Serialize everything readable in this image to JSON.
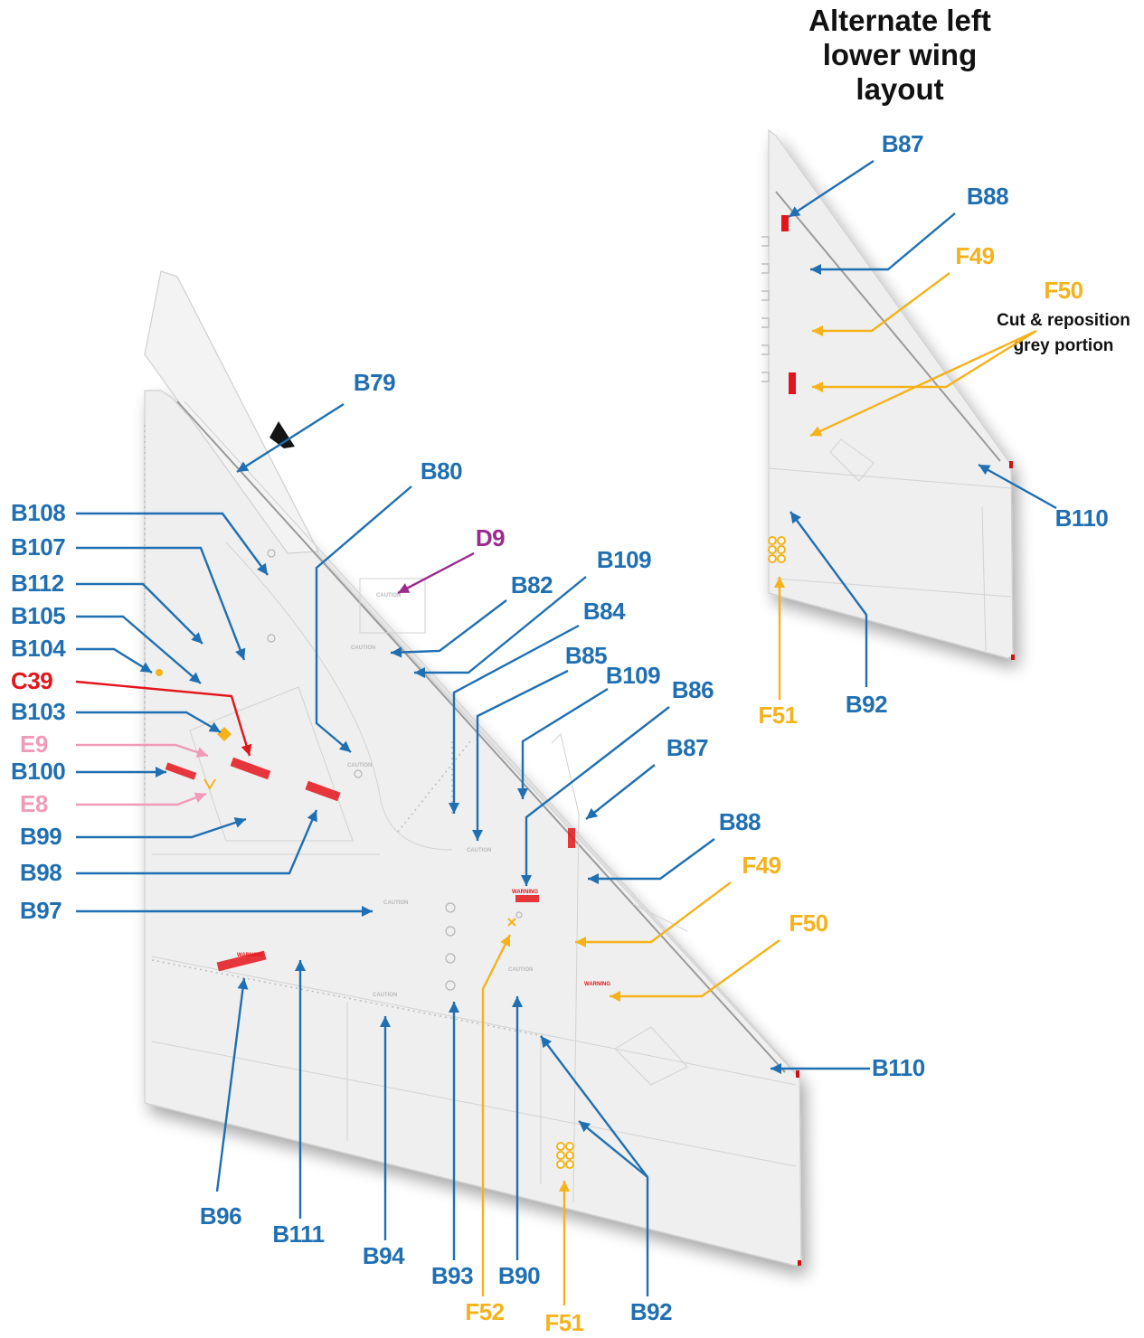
{
  "title_lines": [
    "Alternate left",
    "lower wing",
    "layout"
  ],
  "f50_note_lines": [
    "Cut & reposition",
    "grey portion"
  ],
  "colors": {
    "blue": "#1f6fb2",
    "orange": "#f5b21b",
    "red": "#e3151b",
    "pink": "#f09ab9",
    "purple": "#9b2a8f",
    "wing_fill": "#efefef",
    "wing_edge": "#cfcfcf",
    "decal_red": "#e3151b"
  },
  "decals": {
    "caution": "CAUTION",
    "warning": "WARNING"
  },
  "main_labels": [
    {
      "text": "B79",
      "color": "blue"
    },
    {
      "text": "B80",
      "color": "blue"
    },
    {
      "text": "D9",
      "color": "purple"
    },
    {
      "text": "B109",
      "color": "blue"
    },
    {
      "text": "B82",
      "color": "blue"
    },
    {
      "text": "B84",
      "color": "blue"
    },
    {
      "text": "B85",
      "color": "blue"
    },
    {
      "text": "B109",
      "color": "blue"
    },
    {
      "text": "B86",
      "color": "blue"
    },
    {
      "text": "B87",
      "color": "blue"
    },
    {
      "text": "B88",
      "color": "blue"
    },
    {
      "text": "F49",
      "color": "orange"
    },
    {
      "text": "F50",
      "color": "orange"
    },
    {
      "text": "B110",
      "color": "blue"
    },
    {
      "text": "B108",
      "color": "blue"
    },
    {
      "text": "B107",
      "color": "blue"
    },
    {
      "text": "B112",
      "color": "blue"
    },
    {
      "text": "B105",
      "color": "blue"
    },
    {
      "text": "B104",
      "color": "blue"
    },
    {
      "text": "C39",
      "color": "red"
    },
    {
      "text": "B103",
      "color": "blue"
    },
    {
      "text": "E9",
      "color": "pink"
    },
    {
      "text": "B100",
      "color": "blue"
    },
    {
      "text": "E8",
      "color": "pink"
    },
    {
      "text": "B99",
      "color": "blue"
    },
    {
      "text": "B98",
      "color": "blue"
    },
    {
      "text": "B97",
      "color": "blue"
    },
    {
      "text": "B96",
      "color": "blue"
    },
    {
      "text": "B111",
      "color": "blue"
    },
    {
      "text": "B94",
      "color": "blue"
    },
    {
      "text": "B93",
      "color": "blue"
    },
    {
      "text": "F52",
      "color": "orange"
    },
    {
      "text": "B90",
      "color": "blue"
    },
    {
      "text": "F51",
      "color": "orange"
    },
    {
      "text": "B92",
      "color": "blue"
    }
  ],
  "alt_labels": [
    {
      "text": "B87",
      "color": "blue"
    },
    {
      "text": "B88",
      "color": "blue"
    },
    {
      "text": "F49",
      "color": "orange"
    },
    {
      "text": "F50",
      "color": "orange"
    },
    {
      "text": "B110",
      "color": "blue"
    },
    {
      "text": "B92",
      "color": "blue"
    },
    {
      "text": "F51",
      "color": "orange"
    }
  ]
}
